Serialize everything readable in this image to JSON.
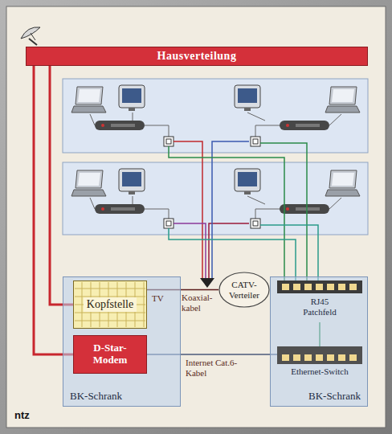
{
  "diagram": {
    "nodes": [
      {
        "text": [
          "Hausverteilung"
        ]
      },
      {
        "text": [
          "BK-Schrank"
        ]
      },
      {
        "text": [
          "Kopfstelle"
        ],
        "in": 1
      },
      {
        "text": [
          "D-Star- Modem"
        ],
        "in": 1
      },
      {
        "text": [
          "CATV- Verteiler"
        ]
      },
      {
        "text": [
          "BK-Schrank"
        ]
      },
      {
        "text": [
          "RJ45 Patchfeld"
        ],
        "in": 5
      },
      {
        "text": [
          "Ethernet-Switch"
        ],
        "in": 5
      }
    ],
    "edges": [
      {
        "from": 0,
        "to": 3,
        "arrow": "none"
      },
      {
        "from": 0,
        "to": 2,
        "arrow": "none"
      },
      {
        "from": 2,
        "to": 4,
        "arrow": "none",
        "label": "TV"
      },
      {
        "from": 3,
        "to": 7,
        "arrow": "none",
        "label": "Internet Cat.6-Kabel"
      },
      {
        "from": 6,
        "to": 7,
        "arrow": "none"
      }
    ],
    "labels": [
      "Koaxial- kabel",
      "ntz"
    ]
  }
}
